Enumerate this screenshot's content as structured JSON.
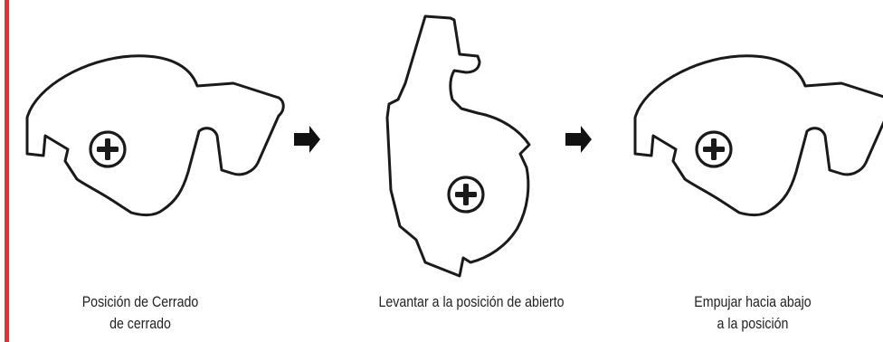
{
  "accent_color": "#e0303a",
  "stroke_color": "#1a1a1a",
  "steps": [
    {
      "icon": "latch-closed-icon",
      "caption_lines": [
        "Posición de Cerrado",
        "de cerrado"
      ]
    },
    {
      "icon": "latch-open-icon",
      "caption_lines": [
        "Levantar a la posición de abierto"
      ]
    },
    {
      "icon": "latch-pushed-icon",
      "caption_lines": [
        "Empujar hacia abajo",
        "a la posición"
      ]
    }
  ],
  "arrows": [
    "arrow-right-icon",
    "arrow-right-icon"
  ]
}
